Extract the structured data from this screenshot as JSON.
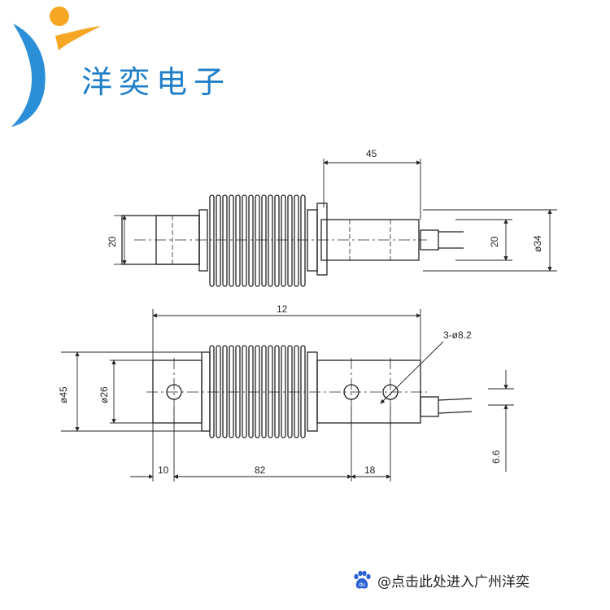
{
  "brand": {
    "name": "洋奕电子"
  },
  "colors": {
    "brand_blue": "#1e7ec8",
    "logo_orange": "#f5a623",
    "logo_blue": "#2a8fd6",
    "paw_blue": "#2a5fd6"
  },
  "dimensions": {
    "top_width": "45",
    "top_left_height": "20",
    "top_right_height": "20",
    "top_diameter": "ø34",
    "front_overall": "12",
    "hole_spec": "3-ø8.2",
    "left_diameter_outer": "ø45",
    "left_diameter_inner": "ø26",
    "bottom_left": "10",
    "bottom_middle": "82",
    "bottom_right": "18",
    "right_offset": "6.6"
  },
  "footer": {
    "link_text": "@点击此处进入广州洋奕",
    "icon": "baidu-paw-icon"
  }
}
